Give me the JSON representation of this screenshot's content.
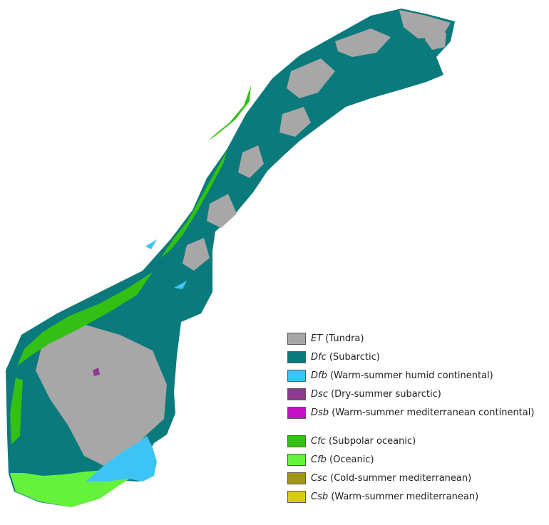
{
  "legend": {
    "groups": [
      [
        {
          "code": "ET",
          "name": "(Tundra)",
          "color": "#a7a7a7"
        },
        {
          "code": "Dfc",
          "name": "(Subarctic)",
          "color": "#0a7a7c"
        },
        {
          "code": "Dfb",
          "name": "(Warm-summer humid continental)",
          "color": "#3ec4f4"
        },
        {
          "code": "Dsc",
          "name": "(Dry-summer subarctic)",
          "color": "#8e3a90"
        },
        {
          "code": "Dsb",
          "name": "(Warm-summer mediterranean continental)",
          "color": "#c40fc4"
        }
      ],
      [
        {
          "code": "Cfc",
          "name": "(Subpolar oceanic)",
          "color": "#34bf14"
        },
        {
          "code": "Cfb",
          "name": "(Oceanic)",
          "color": "#66f23c"
        },
        {
          "code": "Csc",
          "name": "(Cold-summer mediterranean)",
          "color": "#a09616"
        },
        {
          "code": "Csb",
          "name": "(Warm-summer mediterranean)",
          "color": "#d7cc10"
        }
      ]
    ]
  }
}
